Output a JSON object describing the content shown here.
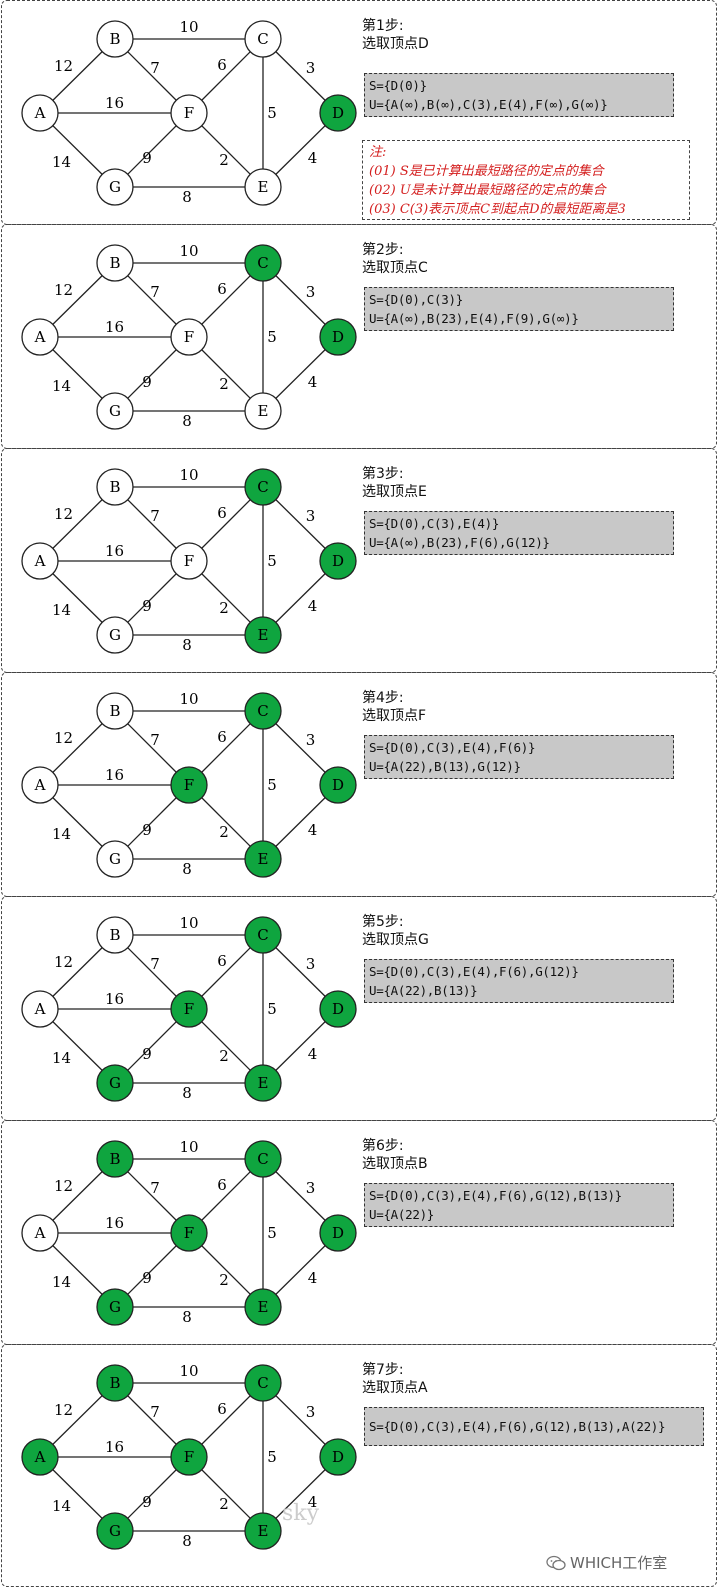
{
  "colors": {
    "visited": "#0fa53f",
    "unvisited": "#ffffff",
    "note_text": "#d42020",
    "set_box": "#c8c8c8"
  },
  "graph": {
    "nodes": [
      "A",
      "B",
      "C",
      "D",
      "E",
      "F",
      "G"
    ],
    "edges": [
      {
        "from": "A",
        "to": "B",
        "weight": "12"
      },
      {
        "from": "A",
        "to": "F",
        "weight": "16"
      },
      {
        "from": "A",
        "to": "G",
        "weight": "14"
      },
      {
        "from": "B",
        "to": "C",
        "weight": "10"
      },
      {
        "from": "B",
        "to": "F",
        "weight": "7"
      },
      {
        "from": "C",
        "to": "F",
        "weight": "6"
      },
      {
        "from": "C",
        "to": "D",
        "weight": "3"
      },
      {
        "from": "C",
        "to": "E",
        "weight": "5"
      },
      {
        "from": "D",
        "to": "E",
        "weight": "4"
      },
      {
        "from": "F",
        "to": "G",
        "weight": "9"
      },
      {
        "from": "F",
        "to": "E",
        "weight": "2"
      },
      {
        "from": "G",
        "to": "E",
        "weight": "8"
      }
    ]
  },
  "steps": [
    {
      "title": "第1步:",
      "subtitle": "选取顶点D",
      "visited": [
        "D"
      ],
      "s": "S={D(0)}",
      "u": "U={A(∞),B(∞),C(3),E(4),F(∞),G(∞)}"
    },
    {
      "title": "第2步:",
      "subtitle": "选取顶点C",
      "visited": [
        "D",
        "C"
      ],
      "s": "S={D(0),C(3)}",
      "u": "U={A(∞),B(23),E(4),F(9),G(∞)}"
    },
    {
      "title": "第3步:",
      "subtitle": "选取顶点E",
      "visited": [
        "D",
        "C",
        "E"
      ],
      "s": "S={D(0),C(3),E(4)}",
      "u": "U={A(∞),B(23),F(6),G(12)}"
    },
    {
      "title": "第4步:",
      "subtitle": "选取顶点F",
      "visited": [
        "D",
        "C",
        "E",
        "F"
      ],
      "s": "S={D(0),C(3),E(4),F(6)}",
      "u": "U={A(22),B(13),G(12)}"
    },
    {
      "title": "第5步:",
      "subtitle": "选取顶点G",
      "visited": [
        "D",
        "C",
        "E",
        "F",
        "G"
      ],
      "s": "S={D(0),C(3),E(4),F(6),G(12)}",
      "u": "U={A(22),B(13)}"
    },
    {
      "title": "第6步:",
      "subtitle": "选取顶点B",
      "visited": [
        "D",
        "C",
        "E",
        "F",
        "G",
        "B"
      ],
      "s": "S={D(0),C(3),E(4),F(6),G(12),B(13)}",
      "u": "U={A(22)}"
    },
    {
      "title": "第7步:",
      "subtitle": "选取顶点A",
      "visited": [
        "D",
        "C",
        "E",
        "F",
        "G",
        "B",
        "A"
      ],
      "s": "S={D(0),C(3),E(4),F(6),G(12),B(13),A(22)}",
      "u": ""
    }
  ],
  "note": {
    "heading": "注:",
    "lines": [
      "(01) S是已计算出最短路径的定点的集合",
      "(02) U是未计算出最短路径的定点的集合",
      "(03) C(3)表示顶点C到起点D的最短距离是3"
    ]
  },
  "watermark": "sky",
  "brand": {
    "icon": "wechat-icon",
    "text": "WHICH工作室"
  }
}
